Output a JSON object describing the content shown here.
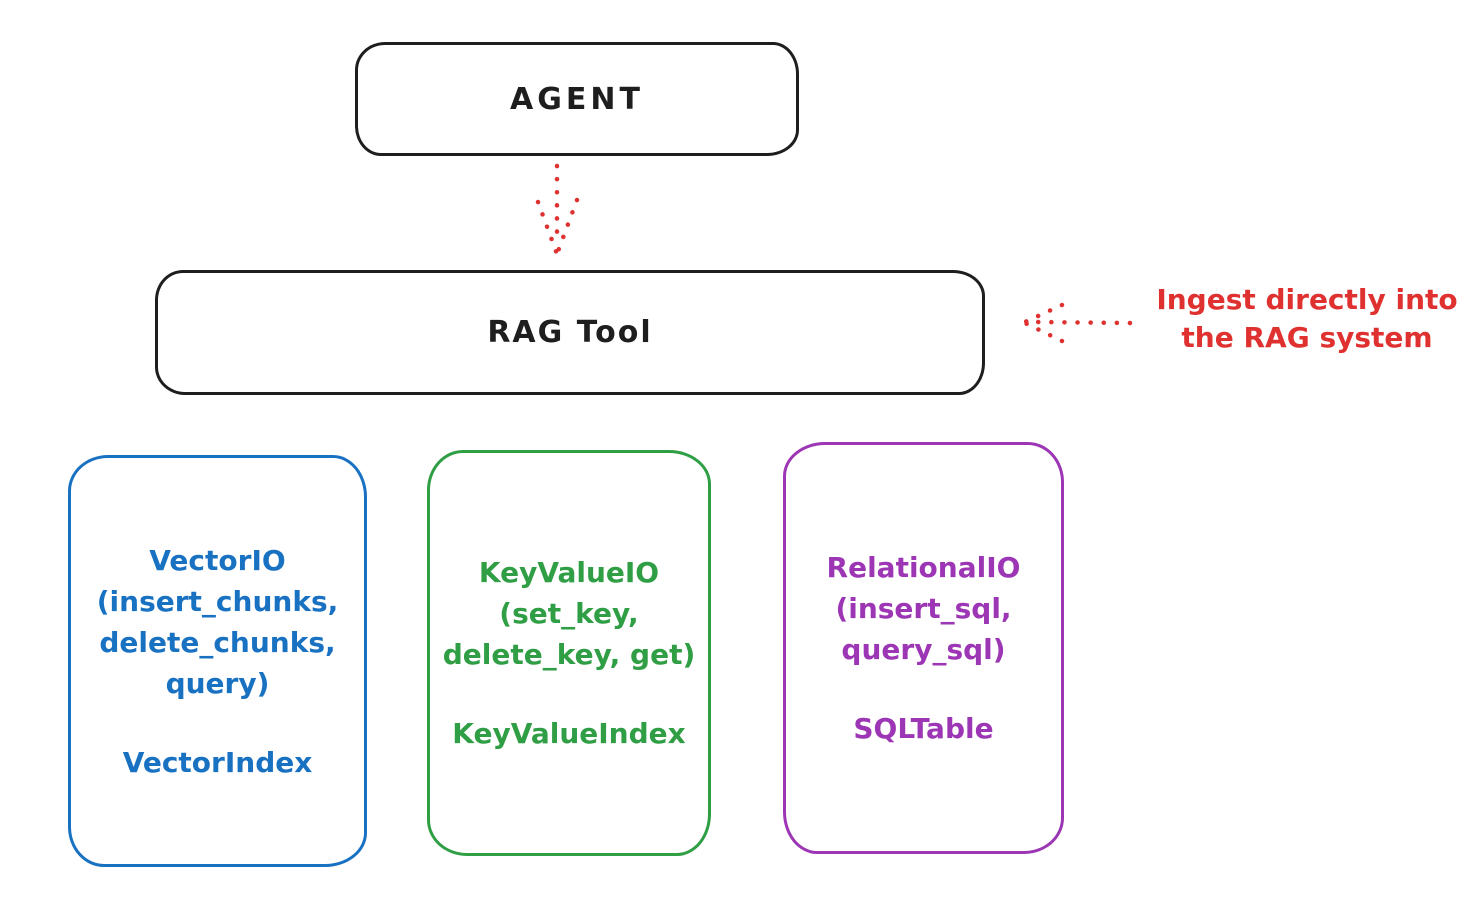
{
  "diagram": {
    "background": "#ffffff",
    "ink_color": "#1e1e1e",
    "accent_red": "#e03131"
  },
  "agent": {
    "label": "AGENT"
  },
  "rag_tool": {
    "label": "RAG Tool"
  },
  "agent_arrow": {
    "style": "dotted",
    "direction": "down",
    "color": "#e03131"
  },
  "ingest": {
    "arrow_color": "#e03131",
    "arrow_style": "dotted",
    "arrow_direction": "left",
    "line1": "Ingest directly into",
    "line2": "the RAG system"
  },
  "stores": [
    {
      "color": "#1971c2",
      "lines": [
        "VectorIO",
        "(insert_chunks,",
        "delete_chunks,",
        "query)"
      ],
      "index_label": "VectorIndex"
    },
    {
      "color": "#2f9e44",
      "lines": [
        "KeyValueIO",
        "(set_key,",
        "delete_key, get)"
      ],
      "index_label": "KeyValueIndex"
    },
    {
      "color": "#9c36b5",
      "lines": [
        "RelationalIO",
        "(insert_sql,",
        "query_sql)"
      ],
      "index_label": "SQLTable"
    }
  ]
}
